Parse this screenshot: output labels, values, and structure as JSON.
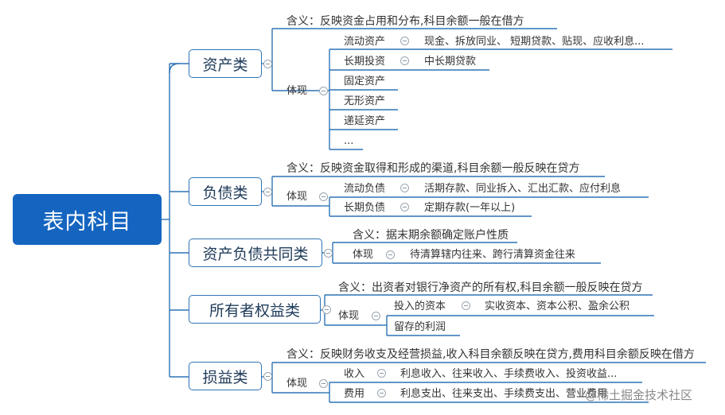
{
  "root": "表内科目",
  "categories": {
    "assets": {
      "label": "资产类",
      "meaning": "含义：反映资金占用和分布,科目余额一般在借方",
      "embody": "体现",
      "items": [
        {
          "name": "流动资产",
          "detail": "现金、拆放同业、 短期贷款、贴现、应收利息..."
        },
        {
          "name": "长期投资",
          "detail": "中长期贷款"
        },
        {
          "name": "固定资产"
        },
        {
          "name": "无形资产"
        },
        {
          "name": "递延资产"
        },
        {
          "name": "..."
        }
      ]
    },
    "liabilities": {
      "label": "负债类",
      "meaning": "含义：反映资金取得和形成的渠道,科目余额一般反映在贷方",
      "embody": "体现",
      "items": [
        {
          "name": "流动负债",
          "detail": "活期存款、同业拆入、汇出汇款、应付利息"
        },
        {
          "name": "长期负债",
          "detail": "定期存款(一年以上)"
        }
      ]
    },
    "common": {
      "label": "资产负债共同类",
      "meaning": "含义：据末期余额确定账户性质",
      "embody": "体现",
      "detail": "待清算辖内往来、跨行清算资金往来"
    },
    "equity": {
      "label": "所有者权益类",
      "meaning": "含义：出资者对银行净资产的所有权,科目余额一般反映在贷方",
      "embody": "体现",
      "items": [
        {
          "name": "投入的资本",
          "detail": "实收资本、资本公积、盈余公积"
        },
        {
          "name": "留存的利润"
        }
      ]
    },
    "pnl": {
      "label": "损益类",
      "meaning": "含义：反映财务收支及经营损益,收入科目余额反映在贷方,费用科目余额反映在借方",
      "embody": "体现",
      "items": [
        {
          "name": "收入",
          "detail": "利息收入、往来收入、手续费收入、投资收益..."
        },
        {
          "name": "费用",
          "detail": "利息支出、往来支出、手续费支出、营业费用"
        }
      ]
    }
  },
  "watermark": "@稀土掘金技术社区",
  "colors": {
    "root_fill": "#1565c0",
    "category_border": "#2f74b5",
    "line": "#2f74b5"
  }
}
